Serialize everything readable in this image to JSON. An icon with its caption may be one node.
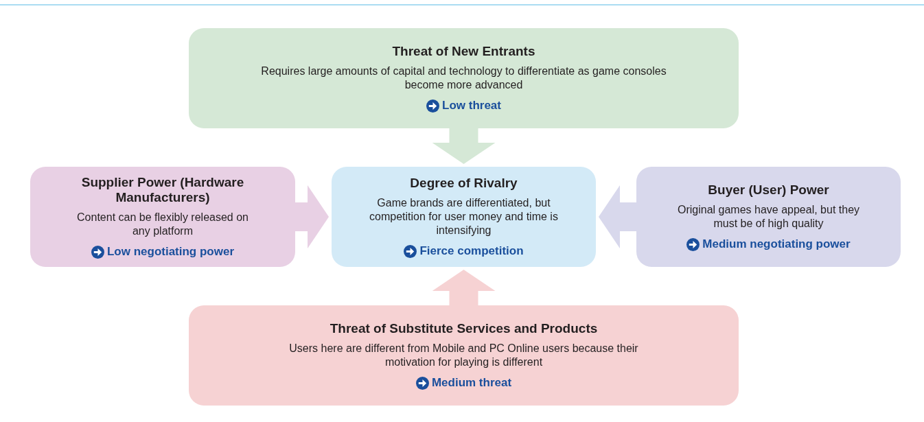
{
  "diagram": {
    "nodes": [
      {
        "text": [
          "Threat of New Entrants",
          "Requires large amounts of capital and technology to differentiate as game consoles become more advanced",
          "Low threat"
        ]
      },
      {
        "text": [
          "Supplier Power (Hardware Manufacturers)",
          "Content can be flexibly released on any platform",
          "Low negotiating power"
        ]
      },
      {
        "text": [
          "Degree of Rivalry",
          "Game brands are differentiated, but competition for user money and time is intensifying",
          "Fierce competition"
        ]
      },
      {
        "text": [
          "Buyer (User) Power",
          "Original games have appeal, but they must be of high quality",
          "Medium negotiating power"
        ]
      },
      {
        "text": [
          "Threat of Substitute Services and Products",
          "Users here are different from Mobile and PC Online users because their motivation for playing is different",
          "Medium threat"
        ]
      }
    ],
    "edges": [
      {
        "from": 0,
        "to": 2,
        "arrow": "to",
        "color": "#d5e8d6"
      },
      {
        "from": 1,
        "to": 2,
        "arrow": "to",
        "color": "#e8d0e4"
      },
      {
        "from": 3,
        "to": 2,
        "arrow": "to",
        "color": "#d8d8ec"
      },
      {
        "from": 4,
        "to": 2,
        "arrow": "to",
        "color": "#f6d2d3"
      }
    ]
  }
}
